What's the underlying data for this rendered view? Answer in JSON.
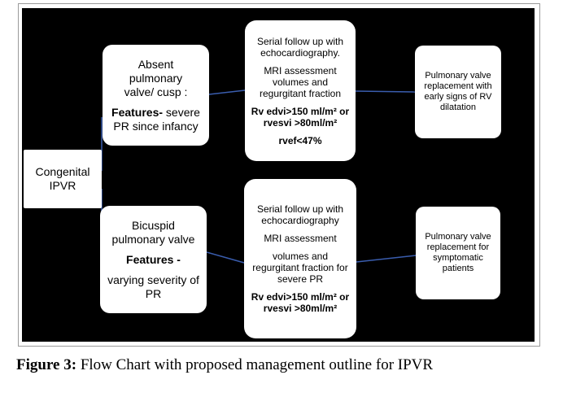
{
  "diagram": {
    "root": {
      "lines": [
        "Congenital",
        "IPVR"
      ]
    },
    "branch_absent": {
      "line1": "Absent",
      "line2": "pulmonary",
      "line3": "valve/ cusp :",
      "features_label": "Features-",
      "features_text": " severe PR since infancy"
    },
    "branch_bicuspid": {
      "line1": "Bicuspid",
      "line2": "pulmonary valve",
      "features_label": "Features -",
      "features_text": "varying severity of PR"
    },
    "followup_absent": {
      "line1": "Serial follow up with echocardiography.",
      "line2": "MRI assessment volumes and regurgitant fraction",
      "line3": "Rv edvi>150 ml/m² or rvesvi >80ml/m²",
      "line4": "rvef<47%"
    },
    "followup_bicuspid": {
      "line1": "Serial follow up with echocardiography",
      "line2": "MRI assessment",
      "line3": "volumes and regurgitant fraction for severe PR",
      "line4": "Rv edvi>150 ml/m² or rvesvi >80ml/m²"
    },
    "outcome_absent": {
      "text": "Pulmonary valve replacement with early signs of RV dilatation"
    },
    "outcome_bicuspid": {
      "text": "Pulmonary valve replacement for symptomatic patients"
    },
    "connector_color": "#3a5dae"
  },
  "caption": {
    "label": "Figure 3:",
    "text": " Flow Chart with proposed management outline for IPVR"
  }
}
